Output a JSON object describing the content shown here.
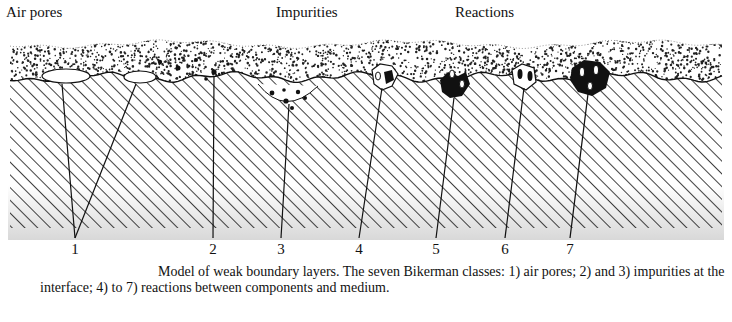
{
  "diagram": {
    "caption": "Model of weak boundary layers. The seven Bikerman classes: 1) air pores; 2) and 3) impurities at the interface; 4) to 7) reactions between components and medium.",
    "labels": [
      "Air pores",
      "Impurities",
      "Reactions",
      "1",
      "2",
      "3",
      "4",
      "5",
      "6",
      "7"
    ]
  }
}
